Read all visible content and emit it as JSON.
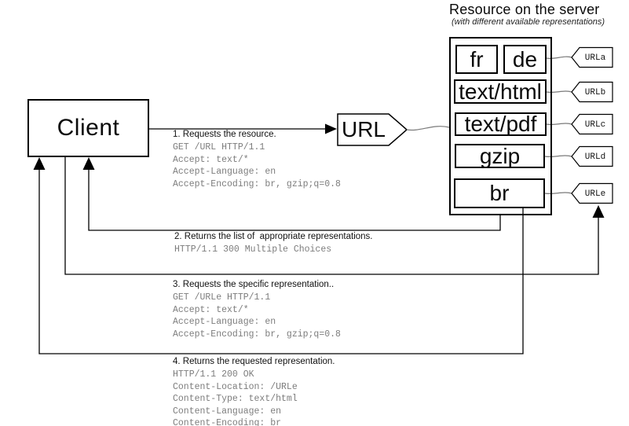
{
  "colors": {
    "line": "#000000",
    "connector": "#7a7a7a",
    "mono_text": "#7d7d7d",
    "heading_text": "#111111",
    "background": "#ffffff"
  },
  "client": {
    "label": "Client"
  },
  "url_node": {
    "label": "URL"
  },
  "server": {
    "title": "Resource on the server",
    "subtitle": "(with different available representations)",
    "representations": [
      "fr",
      "de",
      "text/html",
      "text/pdf",
      "gzip",
      "br"
    ],
    "urls": [
      "URLa",
      "URLb",
      "URLc",
      "URLd",
      "URLe"
    ]
  },
  "messages": [
    {
      "title": "1. Requests the resource.",
      "lines": [
        "GET /URL HTTP/1.1",
        "Accept: text/*",
        "Accept-Language: en",
        "Accept-Encoding: br, gzip;q=0.8"
      ]
    },
    {
      "title": "2. Returns the list of  appropriate representations.",
      "lines": [
        "HTTP/1.1 300 Multiple Choices"
      ]
    },
    {
      "title": "3. Requests the specific representation..",
      "lines": [
        "GET /URLe HTTP/1.1",
        "Accept: text/*",
        "Accept-Language: en",
        "Accept-Encoding: br, gzip;q=0.8"
      ]
    },
    {
      "title": "4. Returns the requested representation.",
      "lines": [
        "HTTP/1.1 200 OK",
        "Content-Location: /URLe",
        "Content-Type: text/html",
        "Content-Language: en",
        "Content-Encoding: br"
      ]
    }
  ]
}
